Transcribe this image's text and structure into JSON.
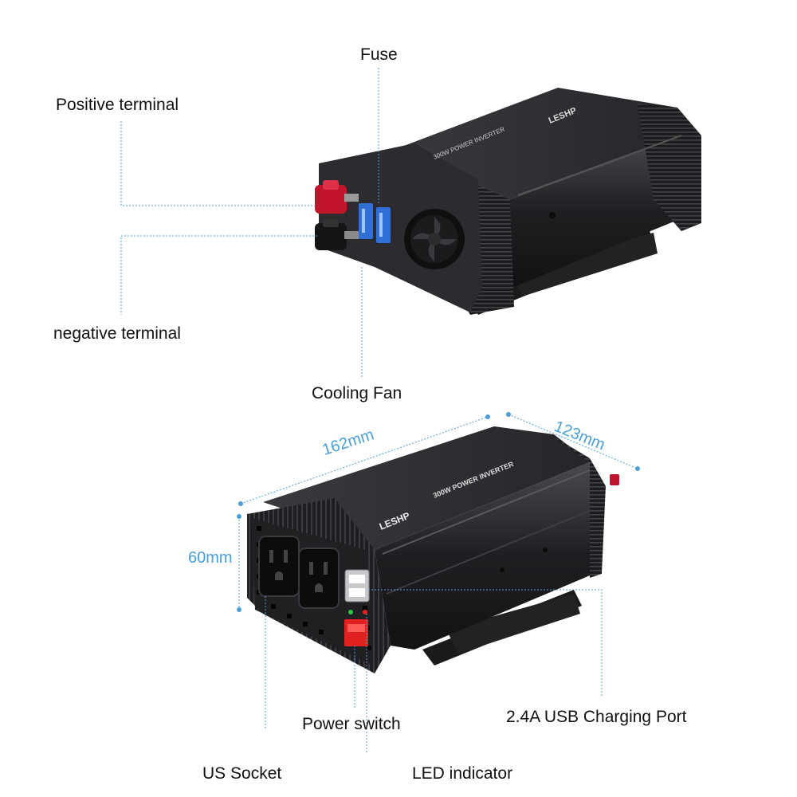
{
  "top_view": {
    "labels": {
      "fuse": "Fuse",
      "positive_terminal": "Positive terminal",
      "negative_terminal": "negative terminal",
      "cooling_fan": "Cooling Fan"
    },
    "label_text": {
      "brand": "LESHP",
      "model": "300W POWER INVERTER"
    }
  },
  "front_view": {
    "labels": {
      "power_switch": "Power switch",
      "usb_port": "2.4A USB Charging Port",
      "us_socket": "US Socket",
      "led_indicator": "LED indicator"
    },
    "dimensions": {
      "length": "162mm",
      "width": "123mm",
      "height": "60mm"
    },
    "label_text": {
      "brand": "LESHP",
      "model": "300W POWER INVERTER"
    }
  },
  "colors": {
    "leader_line": "#4a9fd8",
    "dimension_text": "#4a9fd8",
    "body": "#2a2a2c",
    "positive_terminal": "#c0152a",
    "fuse": "#2f6fd6",
    "switch": "#e0211f"
  }
}
